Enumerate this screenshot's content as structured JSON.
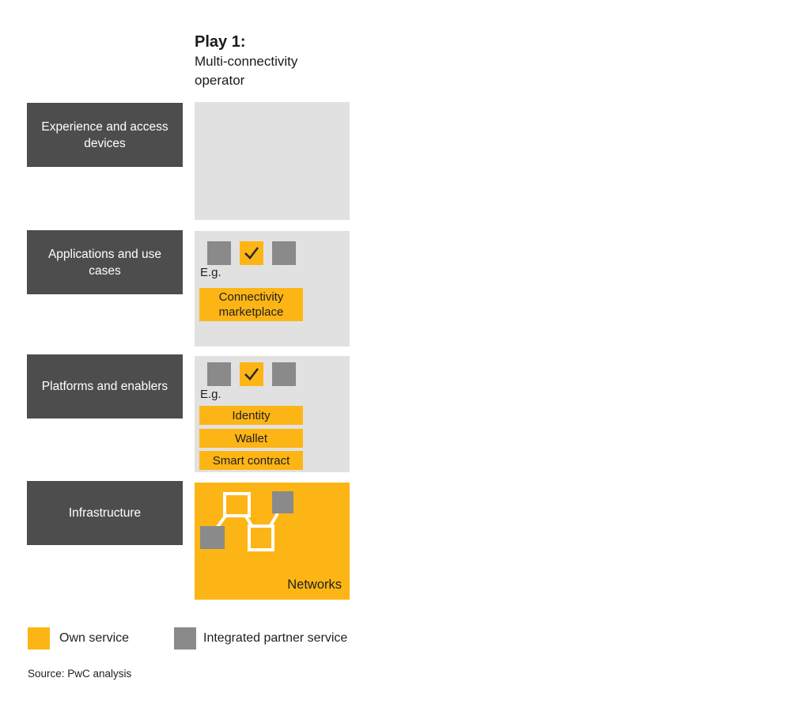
{
  "title": {
    "play": "Play 1:",
    "subtitle_line1": "Multi-connectivity",
    "subtitle_line2": "operator"
  },
  "rows": [
    {
      "label": "Experience and access devices",
      "panel_type": "empty"
    },
    {
      "label": "Applications and use cases",
      "panel_type": "checkmark",
      "eg_label": "E.g.",
      "items": [
        "Connectivity marketplace"
      ]
    },
    {
      "label": "Platforms and enablers",
      "panel_type": "checkmark",
      "eg_label": "E.g.",
      "items": [
        "Identity",
        "Wallet",
        "Smart contract"
      ]
    },
    {
      "label": "Infrastructure",
      "panel_type": "network",
      "caption": "Networks"
    }
  ],
  "legend": [
    {
      "label": "Own service",
      "color": "#fdb515"
    },
    {
      "label": "Integrated partner service",
      "color": "#8a8a8a"
    }
  ],
  "source": "Source: PwC analysis",
  "colors": {
    "own_service_yellow": "#fdb515",
    "partner_gray": "#8a8a8a",
    "layer_label_dark_gray": "#4d4d4d",
    "panel_light_gray": "#e1e1e1",
    "checkmark_dark": "#2b2b2b"
  }
}
